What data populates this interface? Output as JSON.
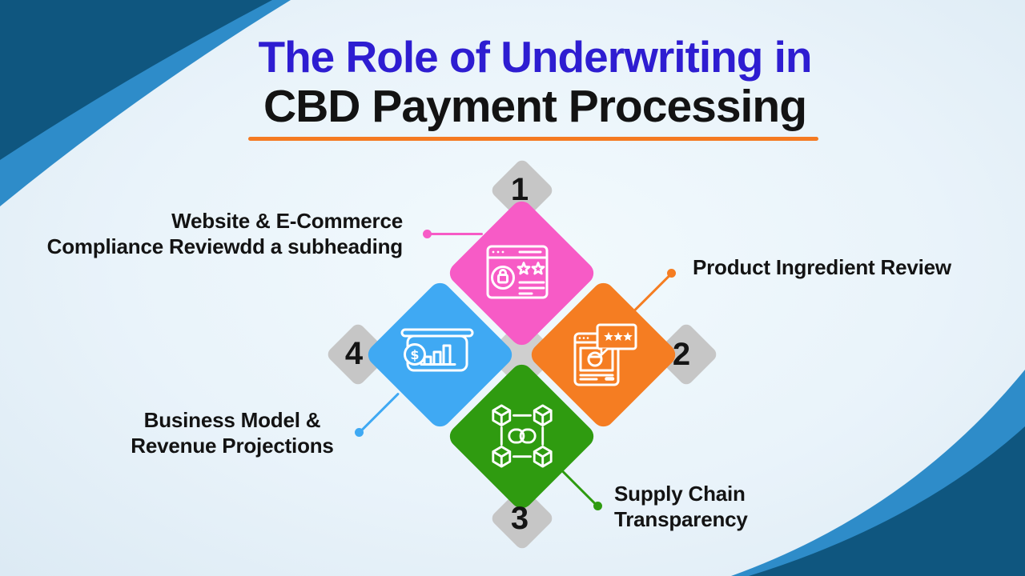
{
  "title": {
    "line1": "The Role of Underwriting in",
    "line2": "CBD Payment Processing"
  },
  "items": [
    {
      "number": "1",
      "label_line1": "Website & E-Commerce",
      "label_line2": "Compliance Reviewdd a subheading",
      "color": "#F75BC6",
      "icon": "ecommerce-website-review-icon"
    },
    {
      "number": "2",
      "label_line1": "Product Ingredient Review",
      "label_line2": "",
      "color": "#F57D22",
      "icon": "product-rating-page-icon"
    },
    {
      "number": "3",
      "label_line1": "Supply Chain",
      "label_line2": "Transparency",
      "color": "#2F9B10",
      "icon": "blockchain-supply-chain-icon"
    },
    {
      "number": "4",
      "label_line1": "Business Model &",
      "label_line2": "Revenue Projections",
      "color": "#3FA9F3",
      "icon": "revenue-chart-presentation-icon"
    }
  ],
  "colors": {
    "background_light_blue": "#E9F3FA",
    "corner_dark_blue": "#0F567F",
    "corner_band_blue": "#2E8CC9",
    "title_blue": "#2E1DD1",
    "title_dark": "#131313",
    "underline_orange": "#F57A22",
    "item1_pink": "#F75BC6",
    "item2_orange": "#F57D22",
    "item3_green": "#2F9B10",
    "item4_blue": "#3FA9F3",
    "number_diamond_gray": "#C6C6C6"
  }
}
